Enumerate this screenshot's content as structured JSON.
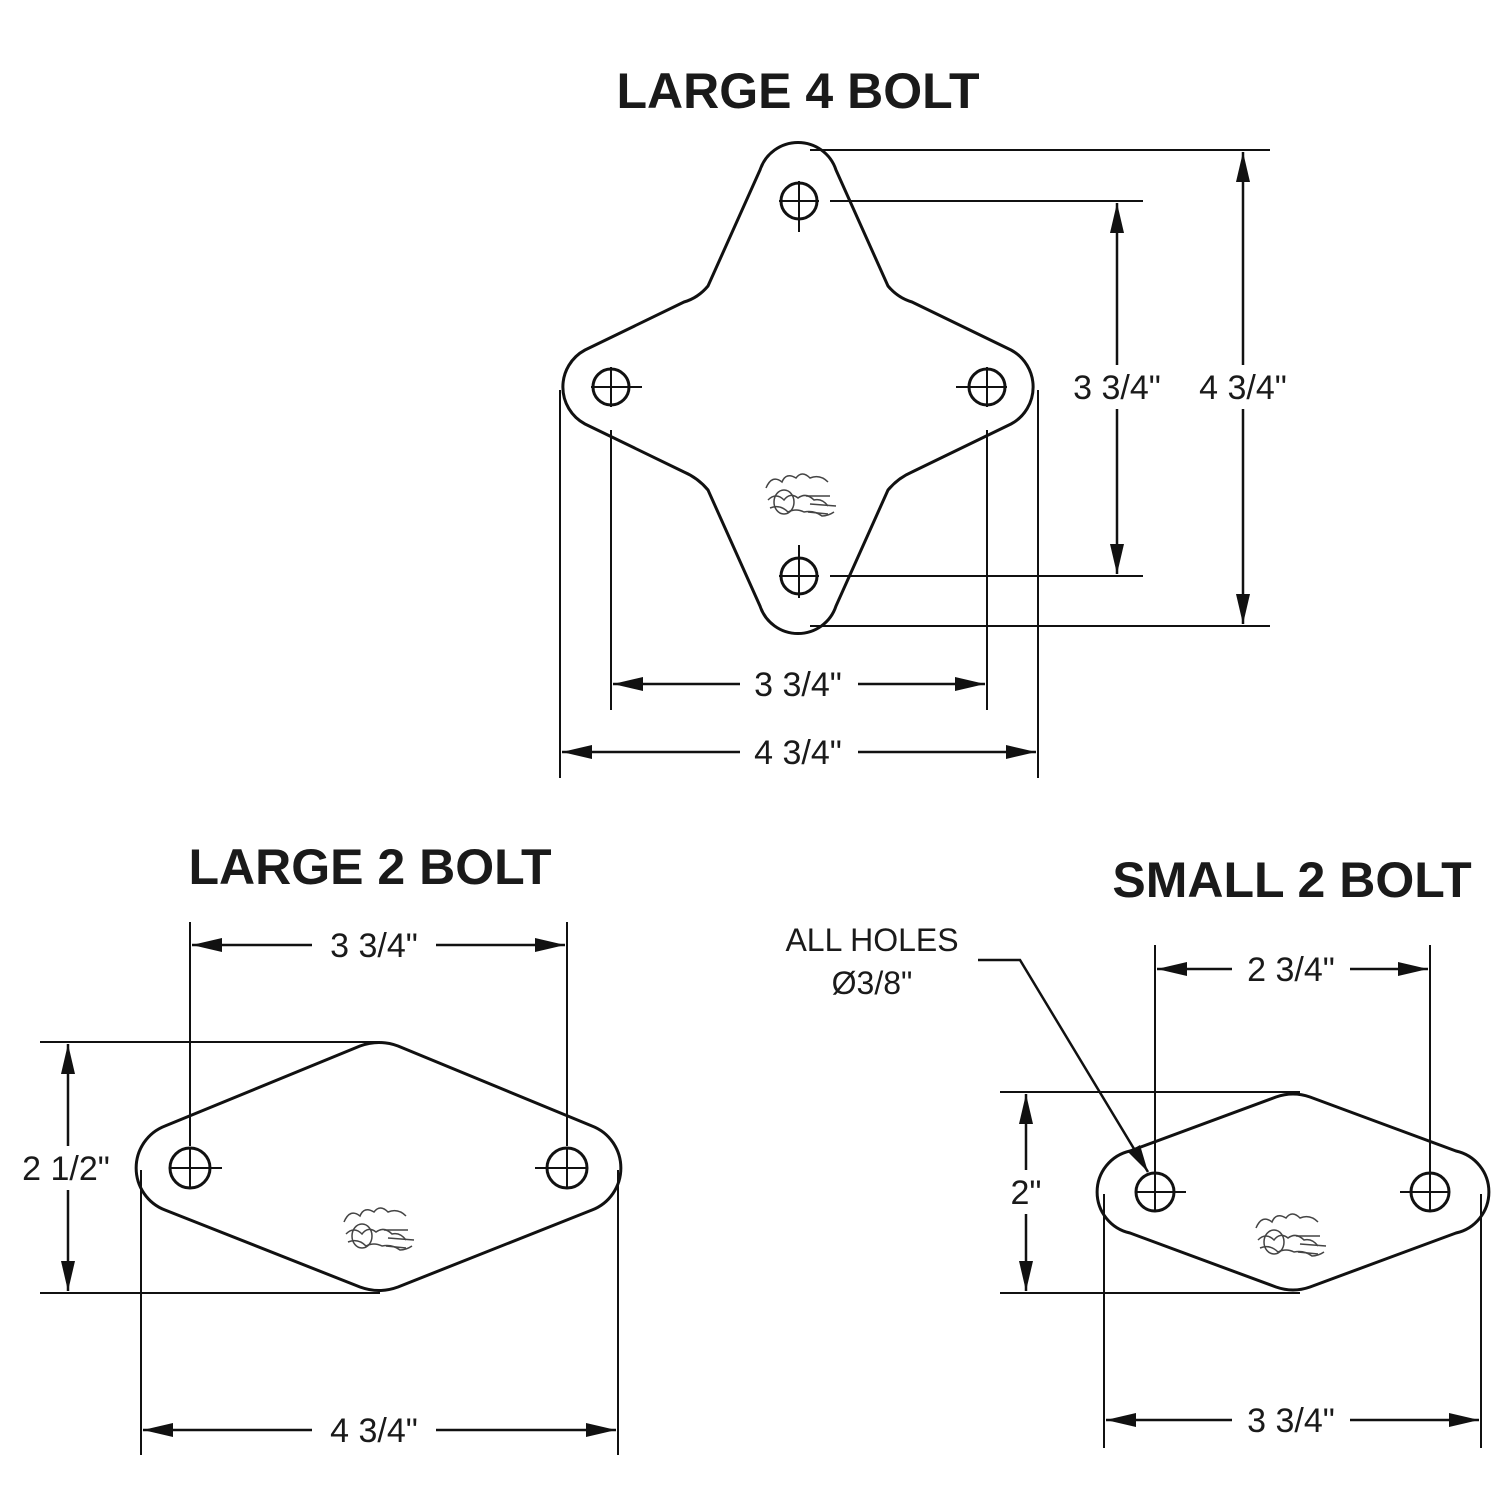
{
  "parts": {
    "large4": {
      "title": "LARGE 4 BOLT",
      "dim_hole_spacing_vertical": "3 3/4\"",
      "dim_overall_vertical": "4 3/4\"",
      "dim_hole_spacing_horizontal": "3 3/4\"",
      "dim_overall_horizontal": "4 3/4\""
    },
    "large2": {
      "title": "LARGE 2 BOLT",
      "dim_hole_spacing": "3 3/4\"",
      "dim_height": "2 1/2\"",
      "dim_overall_width": "4 3/4\""
    },
    "small2": {
      "title": "SMALL 2 BOLT",
      "dim_hole_spacing": "2 3/4\"",
      "dim_height": "2\"",
      "dim_overall_width": "3 3/4\""
    }
  },
  "note": {
    "line1": "ALL HOLES",
    "line2": "Ø3/8\""
  },
  "icons": {
    "logo": "flame-logo-icon",
    "bolt_hole": "bolt-hole-icon"
  },
  "colors": {
    "line": "#111111",
    "background": "#ffffff"
  }
}
